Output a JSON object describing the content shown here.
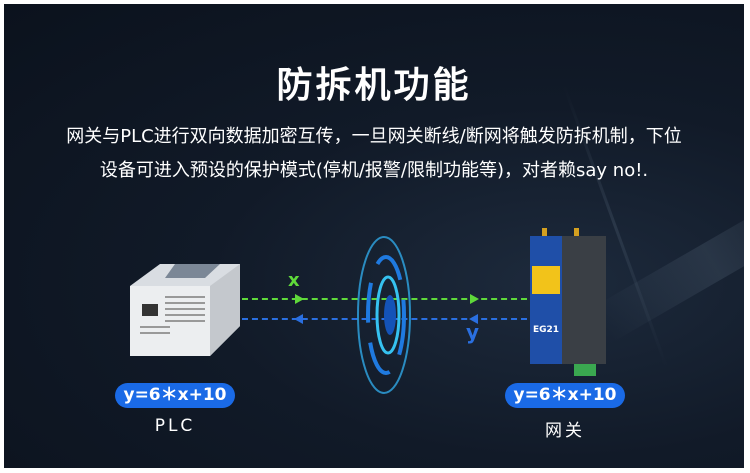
{
  "title": "防拆机功能",
  "description": [
    "网关与PLC进行双向数据加密互传，一旦网关断线/断网将触发防拆机制，下位",
    "设备可进入预设的保护模式(停机/报警/限制功能等)，对者赖say no!."
  ],
  "diagram": {
    "left": {
      "label": "PLC",
      "formula": "y=6＊x+10"
    },
    "right": {
      "label": "网关",
      "formula": "y=6＊x+10",
      "device_model": "EG21"
    },
    "forward_signal": "x",
    "return_signal": "y",
    "colors": {
      "forward": "#5fd93a",
      "return": "#2a6fe0",
      "pill": "#1a6ae6"
    }
  }
}
